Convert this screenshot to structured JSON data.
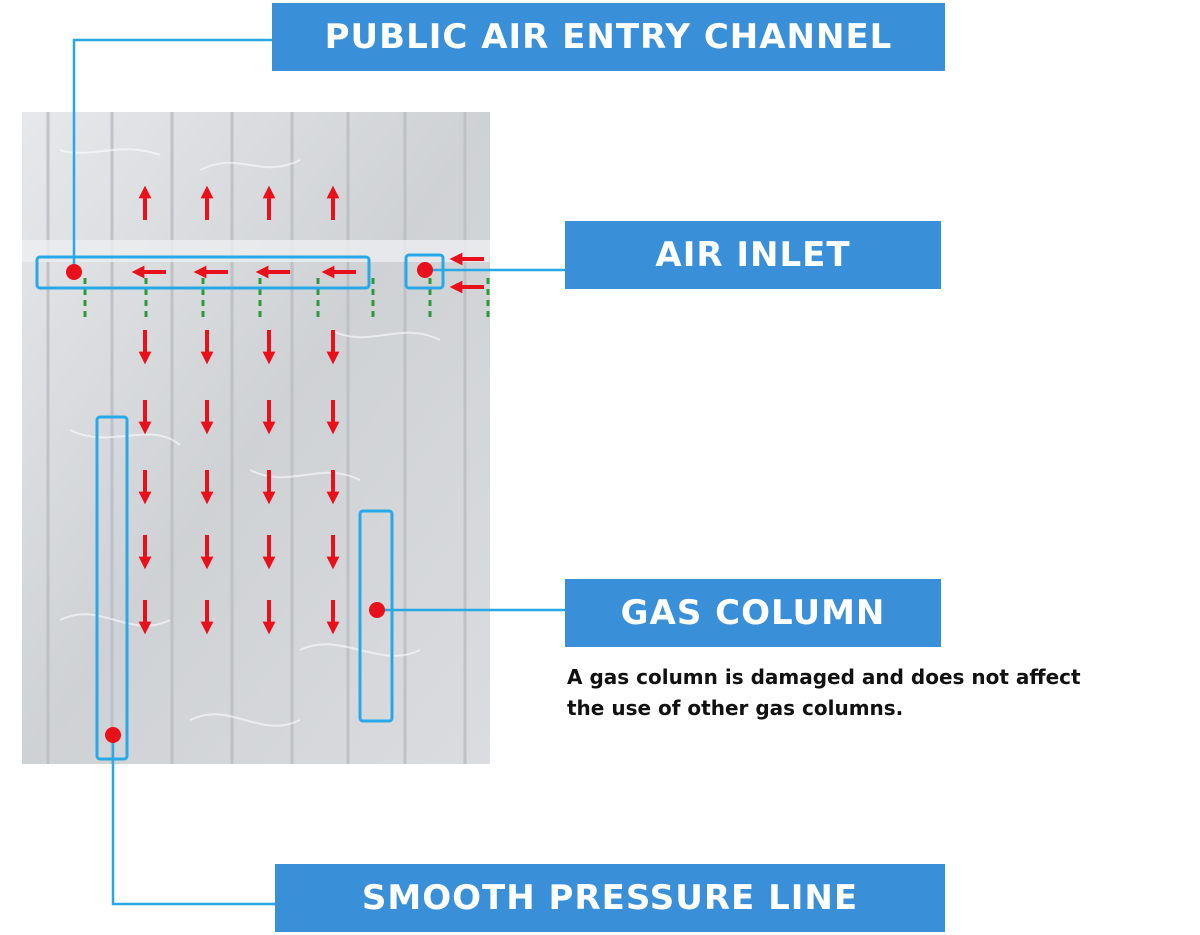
{
  "labels": {
    "public_air_entry_channel": "PUBLIC AIR ENTRY CHANNEL",
    "air_inlet": "AIR INLET",
    "gas_column": "GAS COLUMN",
    "smooth_pressure_line": "SMOOTH PRESSURE LINE"
  },
  "description": {
    "line1": "A gas column is damaged and does not affect",
    "line2": "the use of other gas columns."
  },
  "colors": {
    "label_background": "#3a90d8",
    "label_text": "#ffffff",
    "callout_line": "#29a8e8",
    "arrow": "#e8101a",
    "marker_dot": "#e8101a",
    "bag_fill": "#d4d7da",
    "valve_green": "#2c9a3c"
  }
}
